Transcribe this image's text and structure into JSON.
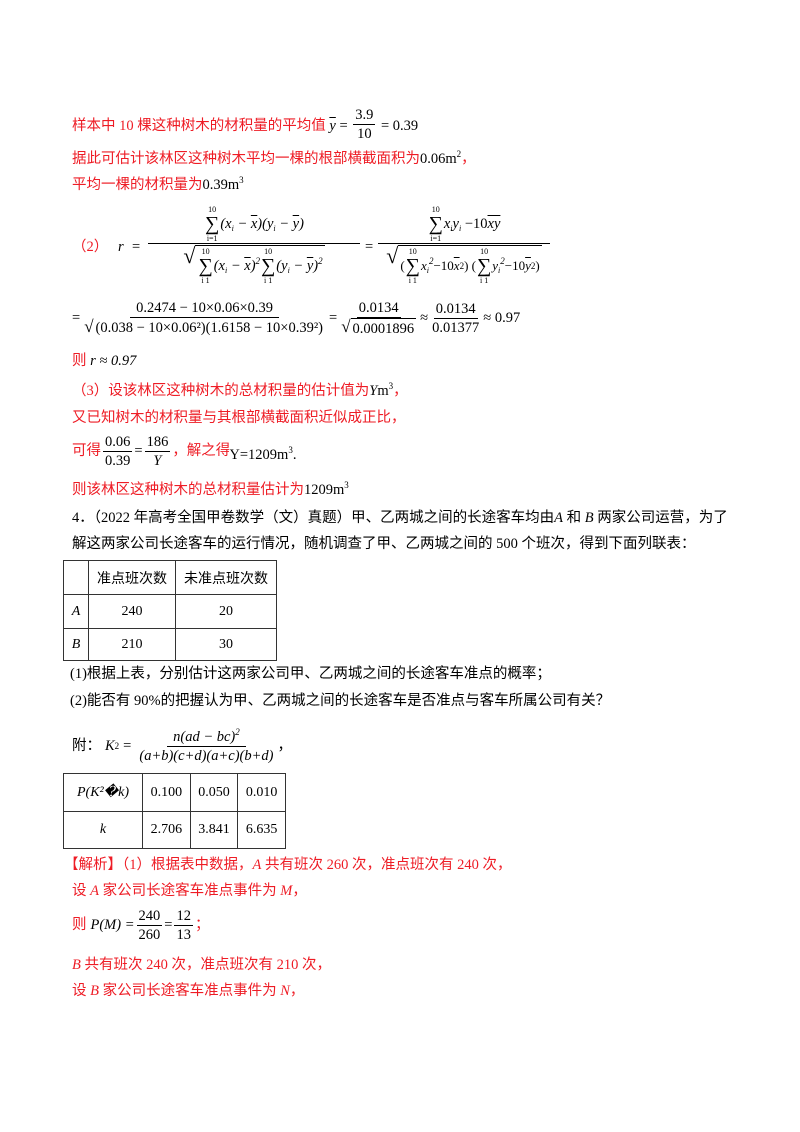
{
  "solution_part1": {
    "line1_prefix": "样本中 10 棵这种树木的材积量的平均值",
    "line1_var": "y",
    "line1_num": "3.9",
    "line1_den": "10",
    "line1_result": "= 0.39",
    "line2_text": "据此可估计该林区这种树木平均一棵的根部横截面积为",
    "line2_value": "0.06m",
    "line2_exp": "2",
    "line2_suffix": "，",
    "line3_text": "平均一棵的材积量为",
    "line3_value": "0.39m",
    "line3_exp": "3"
  },
  "solution_part2": {
    "label": "（2）",
    "r_var": "r",
    "sum_upper": "10",
    "sum_lower": "i=1",
    "sum_lower_alt": "i  1",
    "eq": "=",
    "num1": "(x_i − x̄)(y_i − ȳ)",
    "num2_term": "x_i y_i − 10",
    "num2_bar": "xy",
    "den2_a": "x_i² − 10x̄²",
    "den2_b": "y_i² − 10ȳ²",
    "calc_num": "0.2474 − 10×0.06×0.39",
    "calc_den": "(0.038 − 10×0.06²)(1.6158 − 10×0.39²)",
    "calc_num2": "0.0134",
    "calc_den2": "0.0001896",
    "calc_num3": "0.0134",
    "calc_den3": "0.01377",
    "approx_result": "≈ 0.97",
    "conclusion_prefix": "则",
    "conclusion_expr": "r ≈ 0.97"
  },
  "solution_part3": {
    "line1_text": "（3）设该林区这种树木的总材积量的估计值为",
    "line1_var": "Y",
    "line1_unit": "m",
    "line1_exp": "3",
    "line1_suffix": "，",
    "line2_text": "又已知树木的材积量与其根部横截面积近似成正比，",
    "line3_prefix": "可得",
    "line3_num1": "0.06",
    "line3_den1": "0.39",
    "line3_num2": "186",
    "line3_den2": "Y",
    "line3_mid": "，解之得",
    "line3_result": "Y=1209m",
    "line3_exp": "3",
    "line3_end": ".",
    "line4_text": "则该林区这种树木的总材积量估计为",
    "line4_value": "1209m",
    "line4_exp": "3"
  },
  "problem4": {
    "line1": "4．（2022 年高考全国甲卷数学（文）真题）甲、乙两城之间的长途客车均由",
    "line1_A": "A",
    "line1_mid": " 和 ",
    "line1_B": "B",
    "line1_end": " 两家公司运营，为了",
    "line2": "解这两家公司长途客车的运行情况，随机调查了甲、乙两城之间的 500 个班次，得到下面列联表：",
    "table1": {
      "headers": [
        "",
        "准点班次数",
        "未准点班次数"
      ],
      "rows": [
        [
          "A",
          "240",
          "20"
        ],
        [
          "B",
          "210",
          "30"
        ]
      ]
    },
    "q1": "(1)根据上表，分别估计这两家公司甲、乙两城之间的长途客车准点的概率；",
    "q2": "(2)能否有 90%的把握认为甲、乙两城之间的长途客车是否准点与客车所属公司有关？",
    "appendix_label": "附：",
    "formula_lhs": "K",
    "formula_exp": "2",
    "formula_num": "n(ad − bc)",
    "formula_num_exp": "2",
    "formula_den": "(a+b)(c+d)(a+c)(b+d)",
    "formula_end": "，",
    "table2": {
      "header_label": "P(K²�k)",
      "header_values": [
        "0.100",
        "0.050",
        "0.010"
      ],
      "row_label": "k",
      "row_values": [
        "2.706",
        "3.841",
        "6.635"
      ]
    }
  },
  "analysis": {
    "line1_bracket": "【解析】",
    "line1_text": "（1）根据表中数据，",
    "line1_A": "A",
    "line1_rest": " 共有班次 260 次，准点班次有 240 次，",
    "line2_prefix": "设 ",
    "line2_A": "A",
    "line2_rest": " 家公司长途客车准点事件为 ",
    "line2_M": "M",
    "line2_end": "，",
    "line3_prefix": "则",
    "line3_expr": "P(M) =",
    "line3_num1": "240",
    "line3_den1": "260",
    "line3_num2": "12",
    "line3_den2": "13",
    "line3_end": "；",
    "line4_B": "B",
    "line4_rest": " 共有班次 240 次，准点班次有 210 次，",
    "line5_prefix": "设 ",
    "line5_B": "B",
    "line5_rest": " 家公司长途客车准点事件为 ",
    "line5_N": "N",
    "line5_end": "，"
  },
  "colors": {
    "solution_red": "#ee1c25",
    "text_black": "#000000",
    "table_border": "#333333"
  }
}
